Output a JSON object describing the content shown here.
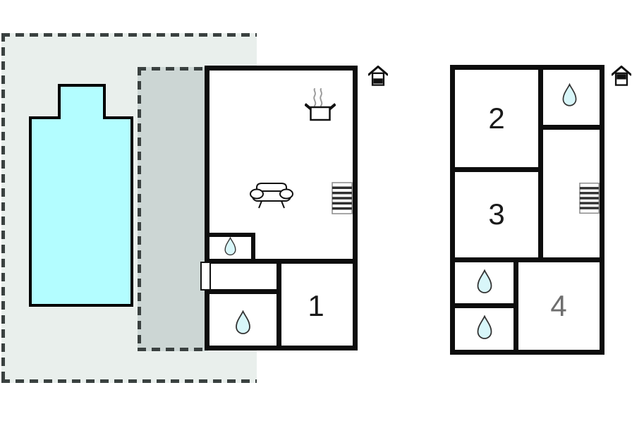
{
  "title": "holiday-home-floorplan",
  "rooms": {
    "room1": "1",
    "room2": "2",
    "room3": "3",
    "room4": "4"
  },
  "floors": {
    "ground": {
      "indicator_icon": "house-ground-floor-highlighted",
      "features": [
        "stove-pot",
        "sofa",
        "stairs",
        "wc-water-drop",
        "bathroom-water-drop",
        "entrance-door"
      ],
      "numbered_rooms": [
        "1"
      ]
    },
    "upper": {
      "indicator_icon": "house-upper-floor-highlighted",
      "features": [
        "stairs",
        "bathroom-water-drop",
        "bathroom-water-drop",
        "bathroom-water-drop"
      ],
      "numbered_rooms": [
        "2",
        "3",
        "4"
      ]
    }
  },
  "site": {
    "plot": "dashed-plot-boundary",
    "terrace": "dashed-terrace-area",
    "pool": "swimming-pool"
  },
  "colors": {
    "plot_fill": "#e9efec",
    "terrace_fill": "#ccd6d4",
    "pool_fill": "#b3fdff",
    "drop_fill": "#d8f6f9",
    "wall": "#0d0d0d",
    "dash": "#3a4140",
    "label": "#1a1a1a",
    "room4_label": "#6e6e6e"
  }
}
